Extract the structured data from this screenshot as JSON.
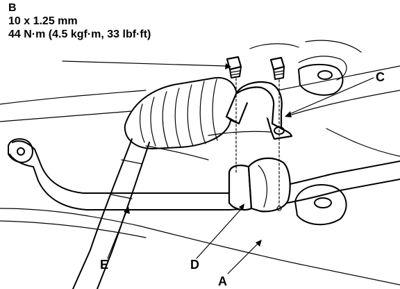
{
  "spec": {
    "callout": "B",
    "size": "10 x 1.25 mm",
    "torque": "44 N·m (4.5 kgf·m, 33 lbf·ft)"
  },
  "labels": {
    "a": "A",
    "c": "C",
    "d": "D",
    "e": "E"
  }
}
